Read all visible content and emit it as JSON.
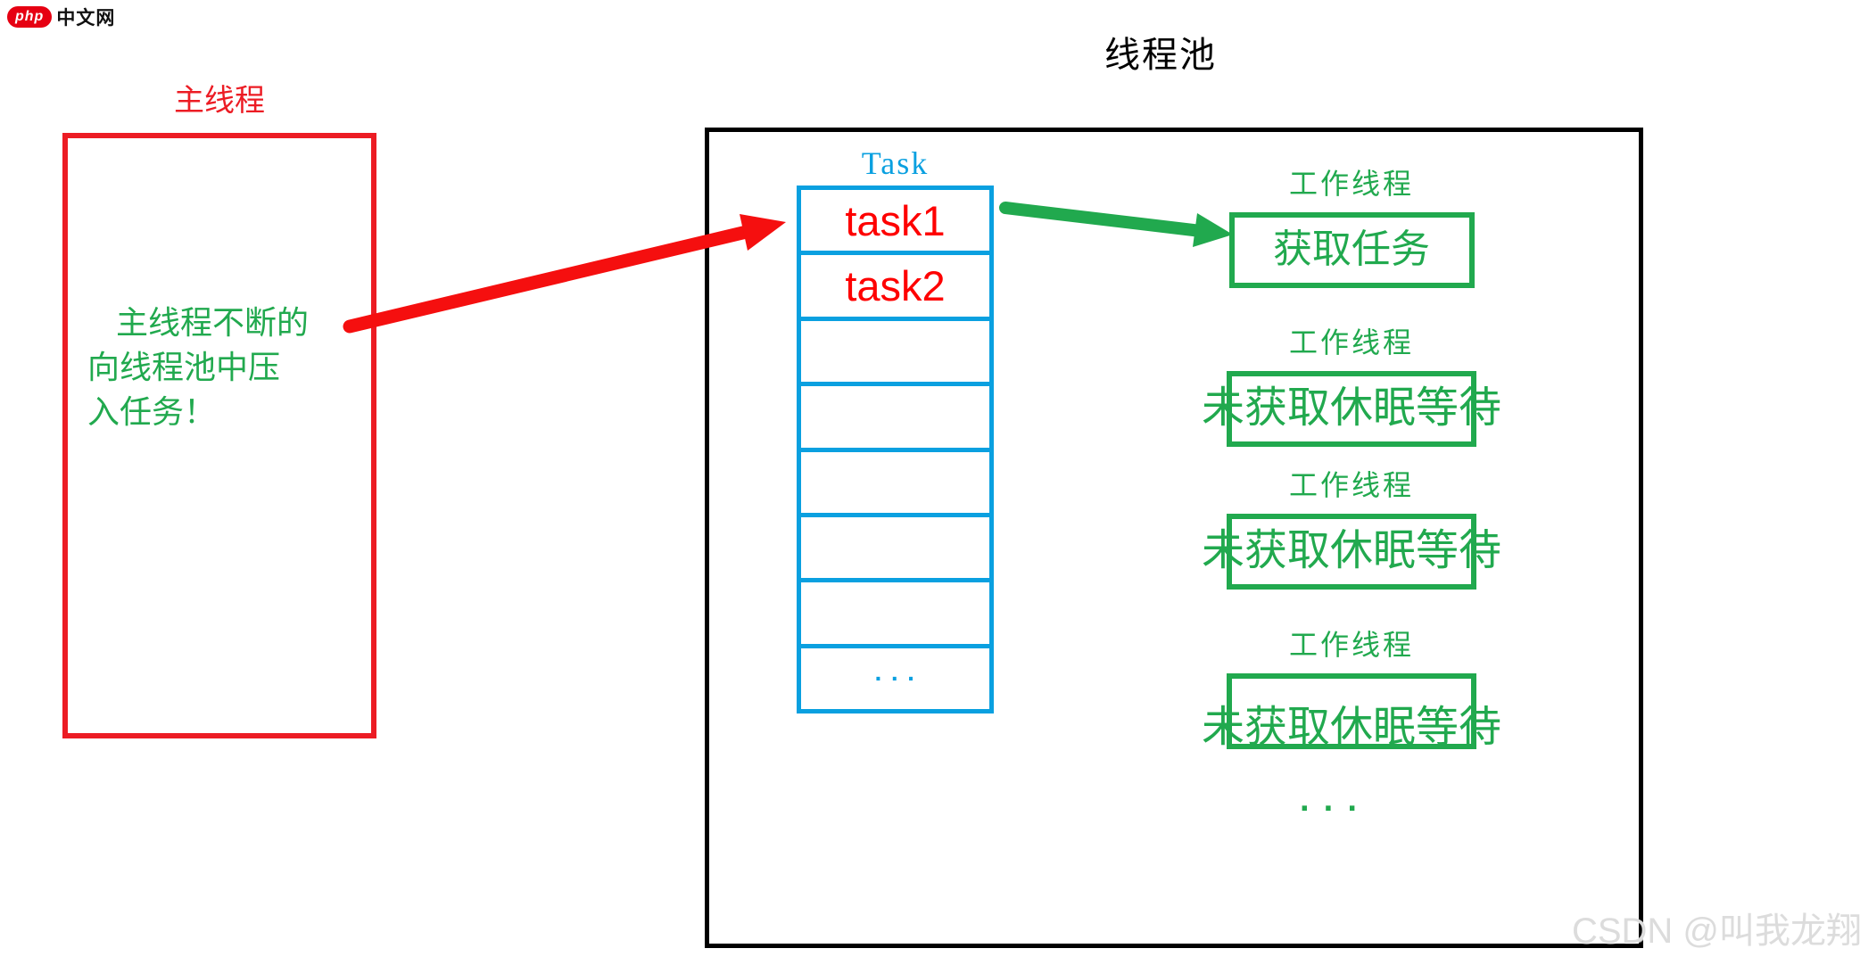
{
  "logo": {
    "badge": "php",
    "text": "中文网"
  },
  "main_thread": {
    "title": "主线程",
    "description_lines": [
      "主线程不断的",
      "向线程池中压",
      "入任务！"
    ]
  },
  "thread_pool": {
    "title": "线程池",
    "queue": {
      "label": "Task",
      "cells": [
        "task1",
        "task2",
        "",
        "",
        "",
        "",
        "",
        "···"
      ]
    },
    "workers": [
      {
        "label": "工作线程",
        "status": "获取任务",
        "state": "acquired-task"
      },
      {
        "label": "工作线程",
        "status": "未获取休眠等待",
        "state": "sleeping-waiting"
      },
      {
        "label": "工作线程",
        "status": "未获取休眠等待",
        "state": "sleeping-waiting"
      },
      {
        "label": "工作线程",
        "status": "未获取休眠等待",
        "state": "sleeping-waiting"
      }
    ],
    "more_indicator": "···"
  },
  "watermark": "CSDN @叫我龙翔",
  "colors": {
    "main_thread_red": "#ec1c24",
    "arrow_red": "#f50f0f",
    "task_text_red": "#fe0000",
    "green": "#21a94e",
    "queue_blue": "#0aa0e0",
    "pool_border_black": "#000000",
    "watermark_gray": "#dcdcdc"
  }
}
